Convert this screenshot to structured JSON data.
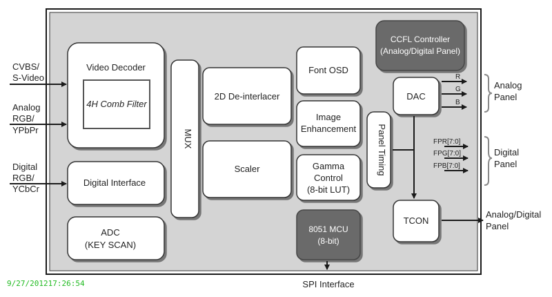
{
  "blocks": {
    "video_decoder": "Video Decoder",
    "comb_filter": "4H Comb Filter",
    "digital_interface": "Digital Interface",
    "adc": [
      "ADC",
      "(KEY SCAN)"
    ],
    "mux": "MUX",
    "deinterlacer": "2D De-interlacer",
    "scaler": "Scaler",
    "font_osd": "Font OSD",
    "image_enhancement": [
      "Image",
      "Enhancement"
    ],
    "gamma_control": [
      "Gamma",
      "Control",
      "(8-bit LUT)"
    ],
    "panel_timing": "Panel Timing",
    "dac": "DAC",
    "tcon": "TCON",
    "mcu": [
      "8051 MCU",
      "(8-bit)"
    ],
    "ccfl": [
      "CCFL Controller",
      "(Analog/Digital Panel)"
    ]
  },
  "inputs": {
    "cvbs": [
      "CVBS/",
      "S-Video"
    ],
    "analog": [
      "Analog",
      "RGB/",
      "YPbPr"
    ],
    "digital": [
      "Digital",
      "RGB/",
      "YCbCr"
    ]
  },
  "signals": {
    "r": "R",
    "g": "G",
    "b": "B",
    "fpr": "FPR[7:0]",
    "fpg": "FPG[7:0]",
    "fpb": "FPB[7:0]"
  },
  "outputs": {
    "analog_panel": [
      "Analog",
      "Panel"
    ],
    "digital_panel": [
      "Digital",
      "Panel"
    ],
    "analog_digital_panel": [
      "Analog/Digital",
      "Panel"
    ],
    "spi": "SPI Interface"
  },
  "timestamp": "9/27/201217:26:54",
  "colors": {
    "chip_bg": "#d4d4d4",
    "dark_block": "#6b6b6b",
    "block_fill": "#ffffff",
    "line": "#1a1a1a",
    "timestamp": "#22bb22"
  }
}
